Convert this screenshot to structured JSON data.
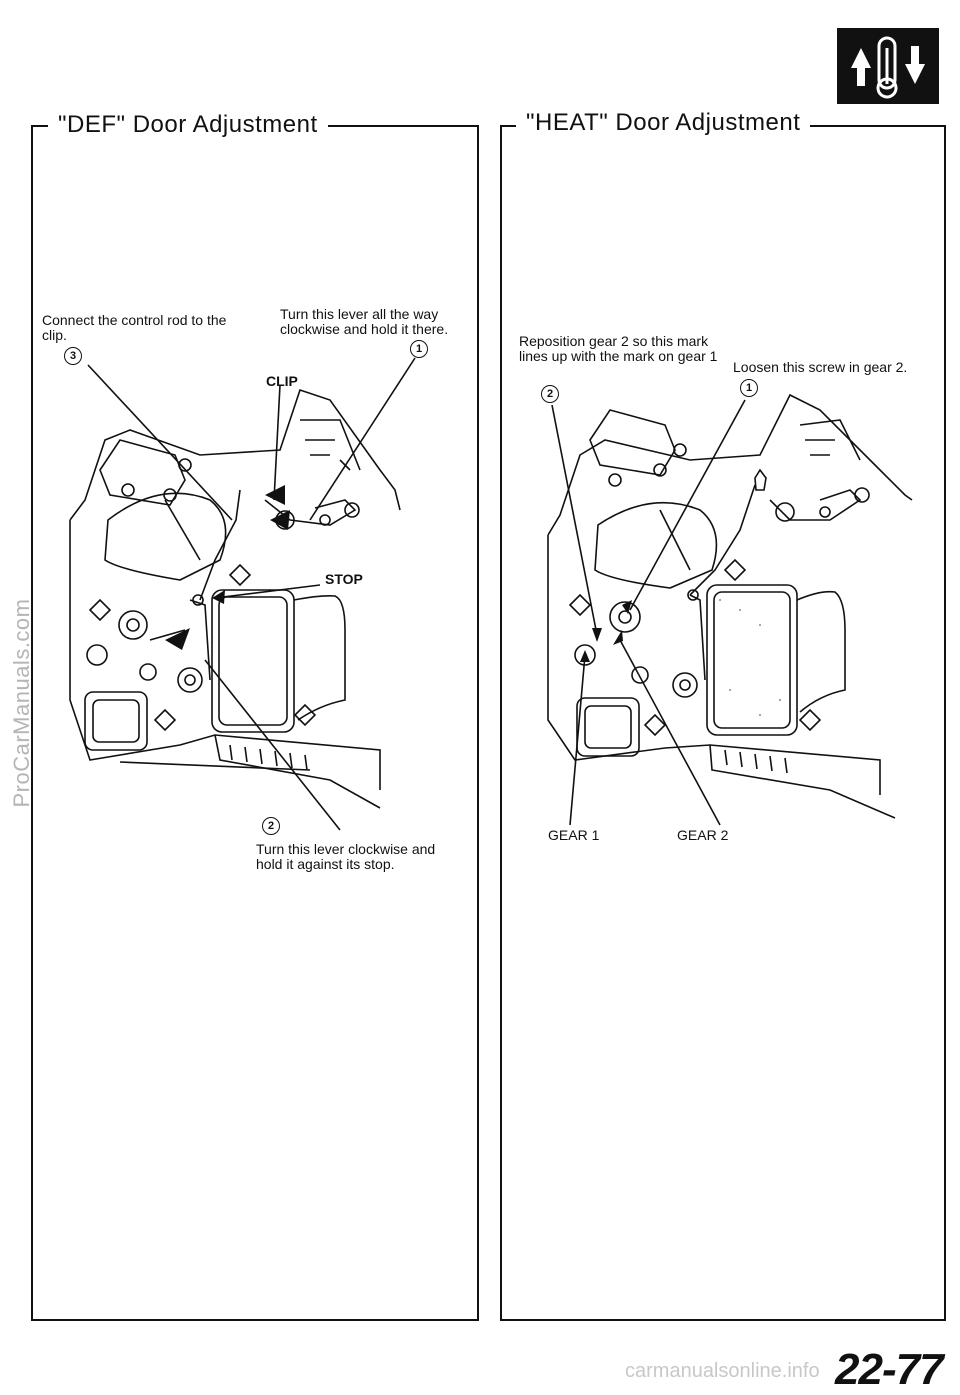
{
  "header": {
    "icon": "heater-temperature-icon"
  },
  "def_panel": {
    "title": "\"DEF\" Door Adjustment",
    "note_clip": "Connect the control rod to the clip.",
    "note_lever_1": "Turn this lever all the way clockwise and hold it there.",
    "note_lever_2": "Turn this lever clockwise and hold it against its stop.",
    "label_clip": "CLIP",
    "label_stop": "STOP",
    "marker_1": "1",
    "marker_2": "2",
    "marker_3": "3"
  },
  "heat_panel": {
    "title": "\"HEAT\" Door Adjustment",
    "note_reposition": "Reposition gear 2 so this mark lines up with the mark on gear 1",
    "note_loosen": "Loosen this screw in gear 2.",
    "label_gear1": "GEAR 1",
    "label_gear2": "GEAR 2",
    "marker_1": "1",
    "marker_2": "2"
  },
  "watermark": "ProCarManuals.com",
  "footer_url": "carmanualsonline.info",
  "page_number": "22-77"
}
